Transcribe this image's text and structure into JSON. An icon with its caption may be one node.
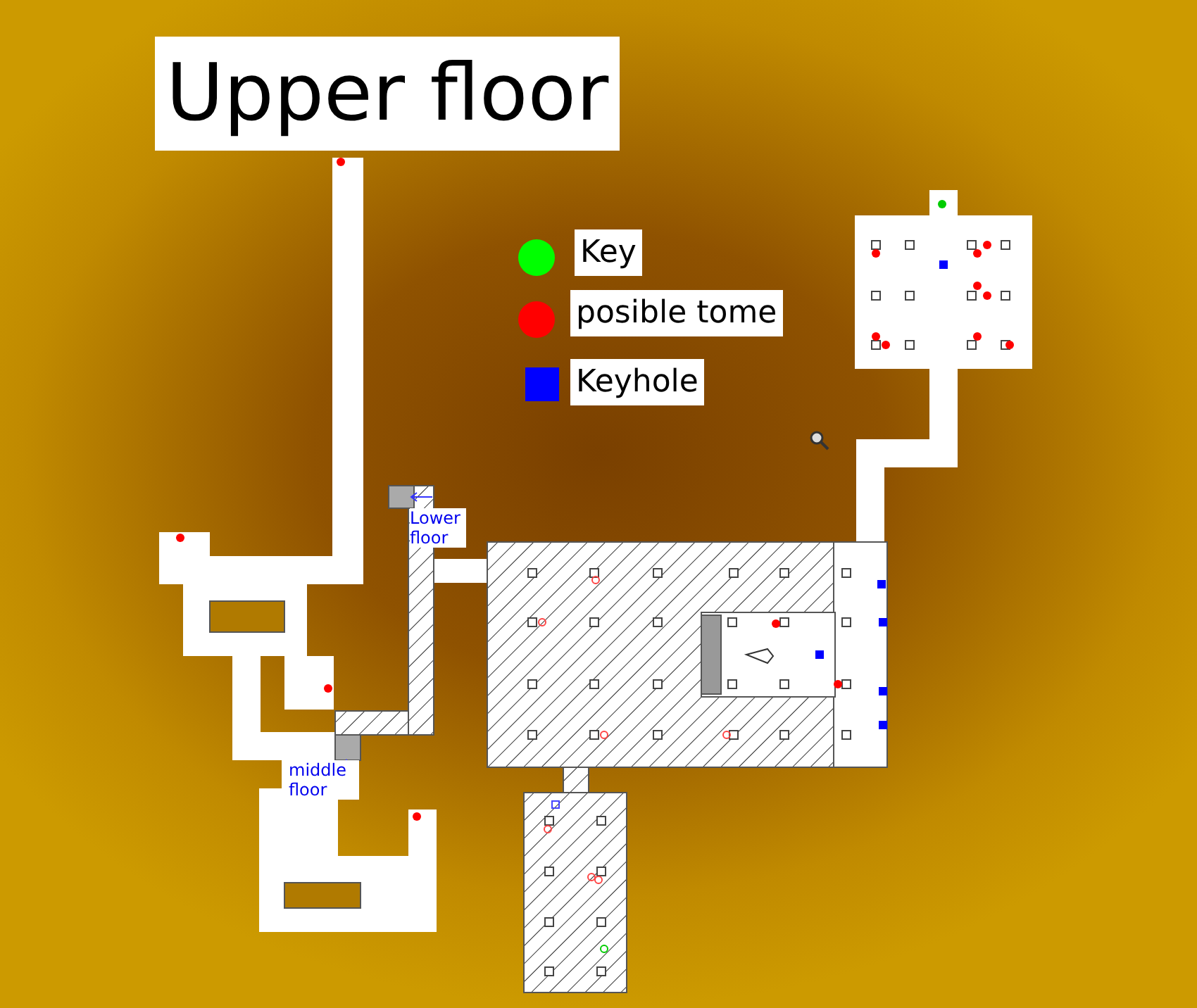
{
  "diagram": {
    "title": "Upper floor",
    "labels": [
      "Lower floor",
      "middle floor"
    ],
    "legend": [
      {
        "text": "Key",
        "color": "#00ff00"
      },
      {
        "text": "posible tome",
        "color": "#ff0000"
      },
      {
        "text": "Keyhole",
        "color": "#0000ff"
      }
    ]
  }
}
